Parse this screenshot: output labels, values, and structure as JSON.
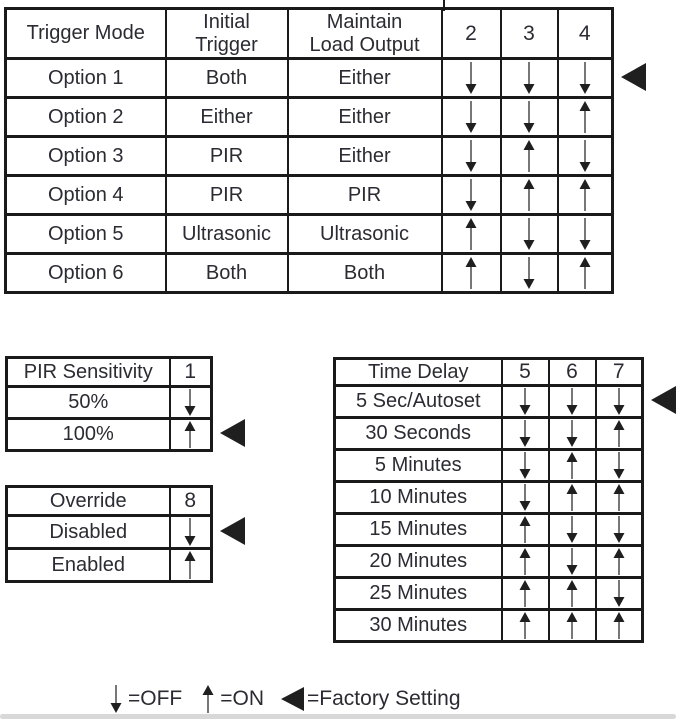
{
  "colors": {
    "text": "#2b2b33",
    "border": "#1a1a1a",
    "arrow_stem": "#777777",
    "arrow_head": "#1f1f1f",
    "bottom_bar": "#d8d8d8"
  },
  "icons": {
    "off_symbol": "down-arrow",
    "on_symbol": "up-arrow",
    "factory_symbol": "left-pointing-triangle"
  },
  "legend": {
    "off": "=OFF",
    "on": "=ON",
    "factory": "=Factory Setting"
  },
  "tables": {
    "trigger_mode": {
      "headers": [
        "Trigger Mode",
        "Initial\nTrigger",
        "Maintain\nLoad Output",
        "2",
        "3",
        "4"
      ],
      "rows": [
        {
          "cells": [
            "Option 1",
            "Both",
            "Either"
          ],
          "switches": [
            "down",
            "down",
            "down"
          ],
          "factory": true
        },
        {
          "cells": [
            "Option 2",
            "Either",
            "Either"
          ],
          "switches": [
            "down",
            "down",
            "up"
          ],
          "factory": false
        },
        {
          "cells": [
            "Option 3",
            "PIR",
            "Either"
          ],
          "switches": [
            "down",
            "up",
            "down"
          ],
          "factory": false
        },
        {
          "cells": [
            "Option 4",
            "PIR",
            "PIR"
          ],
          "switches": [
            "down",
            "up",
            "up"
          ],
          "factory": false
        },
        {
          "cells": [
            "Option 5",
            "Ultrasonic",
            "Ultrasonic"
          ],
          "switches": [
            "up",
            "down",
            "down"
          ],
          "factory": false
        },
        {
          "cells": [
            "Option 6",
            "Both",
            "Both"
          ],
          "switches": [
            "up",
            "down",
            "up"
          ],
          "factory": false
        }
      ]
    },
    "pir_sensitivity": {
      "headers": [
        "PIR Sensitivity",
        "1"
      ],
      "rows": [
        {
          "cells": [
            "50%"
          ],
          "switches": [
            "down"
          ],
          "factory": false
        },
        {
          "cells": [
            "100%"
          ],
          "switches": [
            "up"
          ],
          "factory": true
        }
      ]
    },
    "override": {
      "headers": [
        "Override",
        "8"
      ],
      "rows": [
        {
          "cells": [
            "Disabled"
          ],
          "switches": [
            "down"
          ],
          "factory": true
        },
        {
          "cells": [
            "Enabled"
          ],
          "switches": [
            "up"
          ],
          "factory": false
        }
      ]
    },
    "time_delay": {
      "headers": [
        "Time Delay",
        "5",
        "6",
        "7"
      ],
      "rows": [
        {
          "cells": [
            "5 Sec/Autoset"
          ],
          "switches": [
            "down",
            "down",
            "down"
          ],
          "factory": true
        },
        {
          "cells": [
            "30 Seconds"
          ],
          "switches": [
            "down",
            "down",
            "up"
          ],
          "factory": false
        },
        {
          "cells": [
            "5 Minutes"
          ],
          "switches": [
            "down",
            "up",
            "down"
          ],
          "factory": false
        },
        {
          "cells": [
            "10 Minutes"
          ],
          "switches": [
            "down",
            "up",
            "up"
          ],
          "factory": false
        },
        {
          "cells": [
            "15 Minutes"
          ],
          "switches": [
            "up",
            "down",
            "down"
          ],
          "factory": false
        },
        {
          "cells": [
            "20 Minutes"
          ],
          "switches": [
            "up",
            "down",
            "up"
          ],
          "factory": false
        },
        {
          "cells": [
            "25 Minutes"
          ],
          "switches": [
            "up",
            "up",
            "down"
          ],
          "factory": false
        },
        {
          "cells": [
            "30 Minutes"
          ],
          "switches": [
            "up",
            "up",
            "up"
          ],
          "factory": false
        }
      ]
    }
  }
}
